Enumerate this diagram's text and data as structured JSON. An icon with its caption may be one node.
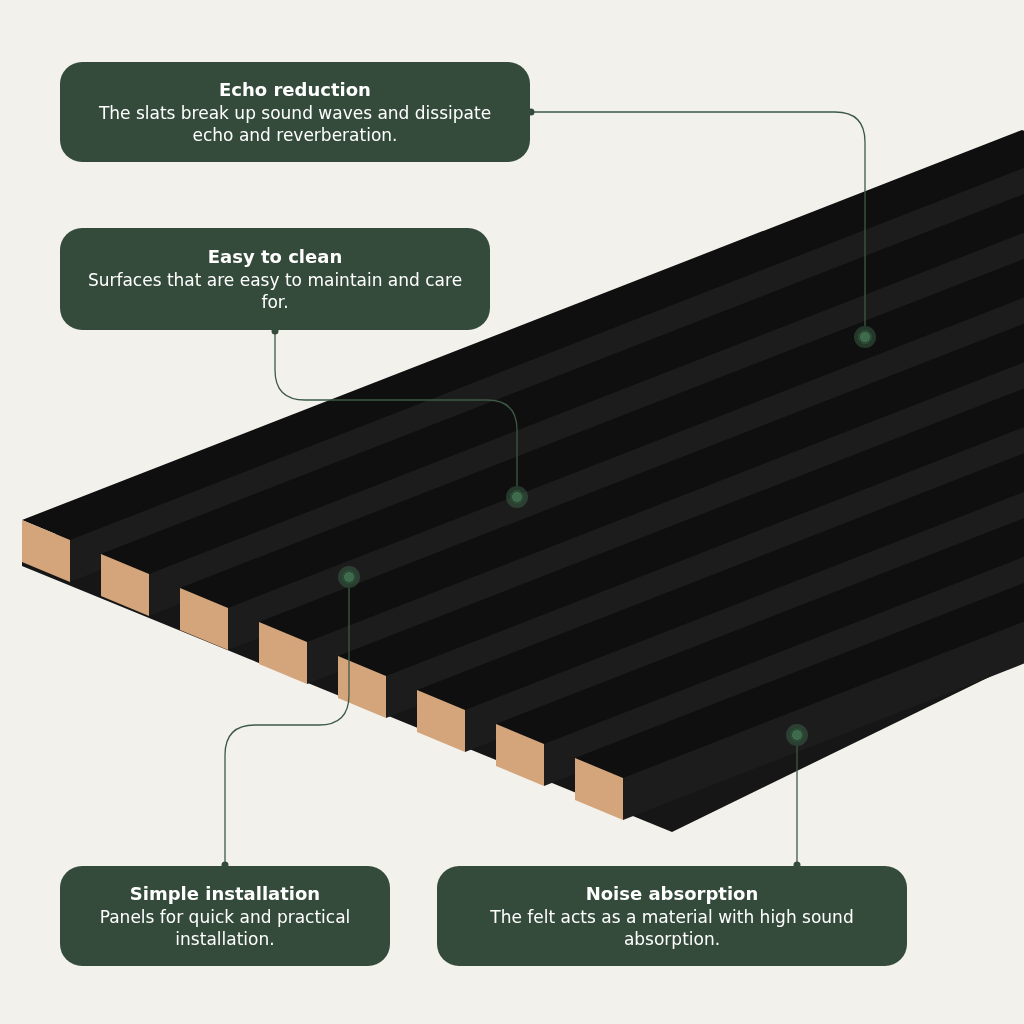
{
  "diagram": {
    "nodes": [
      {
        "text": [
          "Echo reduction",
          "The slats break up sound waves and dissipate echo and reverberation."
        ]
      },
      {
        "text": [
          "Easy to clean",
          "Surfaces that are easy to maintain and care for."
        ]
      },
      {
        "text": [
          "Simple installation",
          "Panels for quick and practical installation."
        ]
      },
      {
        "text": [
          "Noise absorption",
          "The felt acts as a material with high sound absorption."
        ]
      },
      {
        "text": [],
        "shape": "circle"
      },
      {
        "text": [],
        "shape": "circle"
      },
      {
        "text": [],
        "shape": "circle"
      },
      {
        "text": [],
        "shape": "circle"
      }
    ],
    "edges": [
      {
        "from": 0,
        "to": 4,
        "arrow": "other"
      },
      {
        "from": 1,
        "to": 5,
        "arrow": "other"
      },
      {
        "from": 2,
        "to": 6,
        "arrow": "other"
      },
      {
        "from": 3,
        "to": 7,
        "arrow": "other"
      }
    ]
  }
}
